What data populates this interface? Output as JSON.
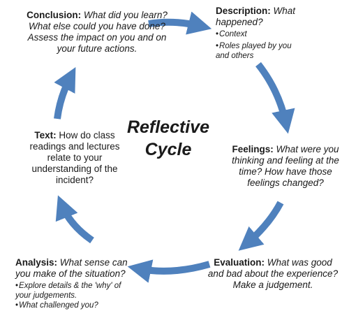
{
  "center": {
    "line1": "Reflective",
    "line2": "Cycle"
  },
  "description": {
    "heading": "Description:",
    "text": "What happened?",
    "bullets": [
      "Context",
      "Roles played by you and others"
    ]
  },
  "feelings": {
    "heading": "Feelings:",
    "text": "What were you thinking and feeling at the time? How have those feelings changed?"
  },
  "evaluation": {
    "heading": "Evaluation:",
    "text": "What was good and bad about the experience? Make a judgement."
  },
  "analysis": {
    "heading": "Analysis:",
    "text": "What sense can you make of the situation?",
    "bullets": [
      "Explore details & the 'why' of your judgements.",
      "What challenged you?"
    ]
  },
  "text_node": {
    "heading": "Text:",
    "text": "How do class readings and lectures relate to your understanding of the incident?"
  },
  "conclusion": {
    "heading": "Conclusion:",
    "text": "What did you learn? What else could you have done? Assess the impact on you and on your future actions."
  },
  "colors": {
    "arrow": "#4f81bd",
    "arrow_edge": "#3f6ea6",
    "text": "#1a1a1a"
  }
}
